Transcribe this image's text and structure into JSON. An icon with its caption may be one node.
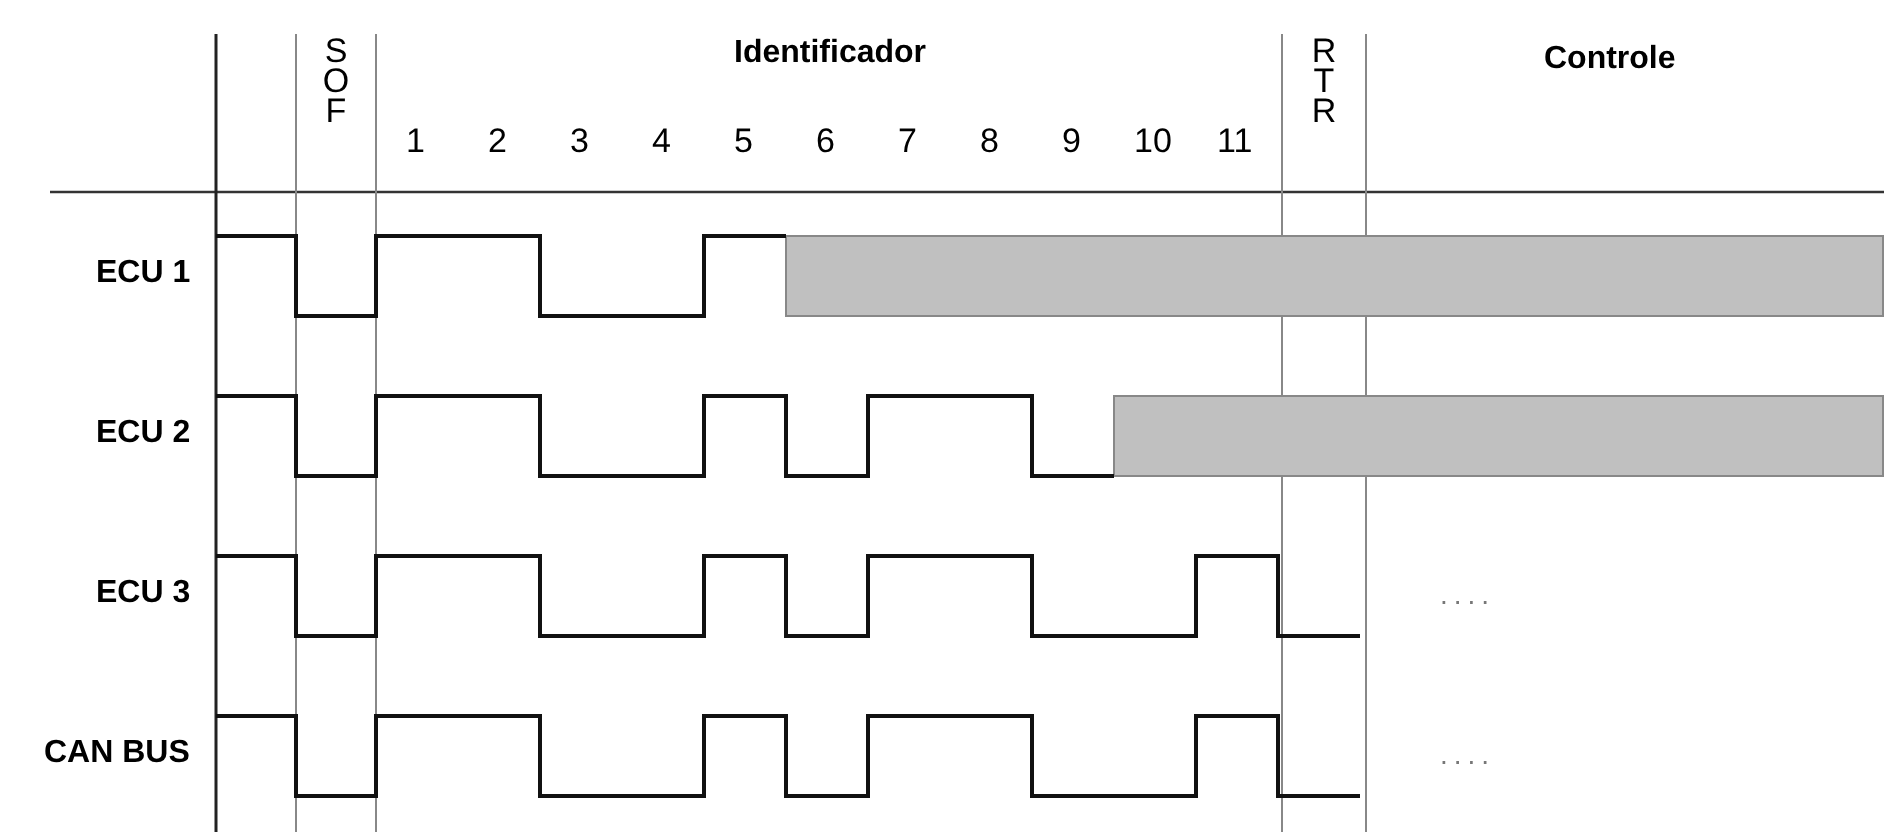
{
  "diagram": {
    "labels": [
      "SOF",
      "Identificador",
      "RTR",
      "Controle",
      "1",
      "2",
      "3",
      "4",
      "5",
      "6",
      "7",
      "8",
      "9",
      "10",
      "11",
      "ECU 1",
      "ECU 2",
      "ECU 3",
      "CAN BUS",
      "....",
      "...."
    ]
  }
}
